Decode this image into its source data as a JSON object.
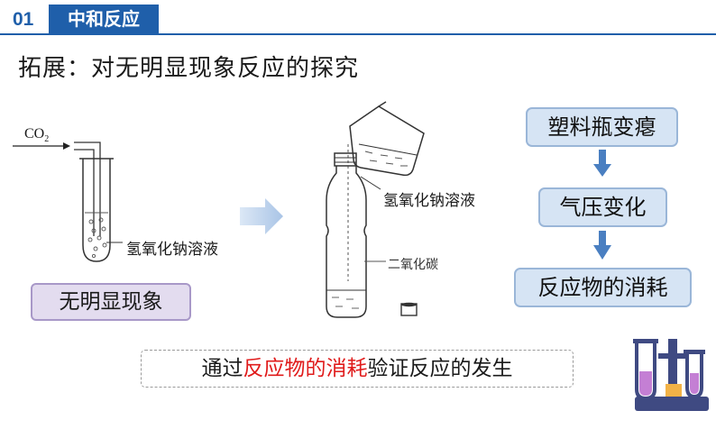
{
  "header": {
    "section_number": "01",
    "section_title": "中和反应"
  },
  "title": "拓展：对无明显现象反应的探究",
  "left_diagram": {
    "co2_label": "CO",
    "co2_subscript": "2",
    "solution_label": "氢氧化钠溶液",
    "result_label": "无明显现象"
  },
  "middle_diagram": {
    "solution_label": "氢氧化钠溶液",
    "gas_label": "二氧化碳"
  },
  "flow": [
    {
      "label": "塑料瓶变瘪"
    },
    {
      "label": "气压变化"
    },
    {
      "label": "反应物的消耗"
    }
  ],
  "conclusion": {
    "prefix": "通过",
    "highlight": "反应物的消耗",
    "suffix": "验证反应的发生"
  },
  "colors": {
    "header_blue": "#1f5faa",
    "flow_box_fill": "#d6e4f4",
    "result_box_fill": "#e3dcef",
    "highlight_red": "#e01b1b",
    "arrow_blue": "#4a7fc1"
  }
}
